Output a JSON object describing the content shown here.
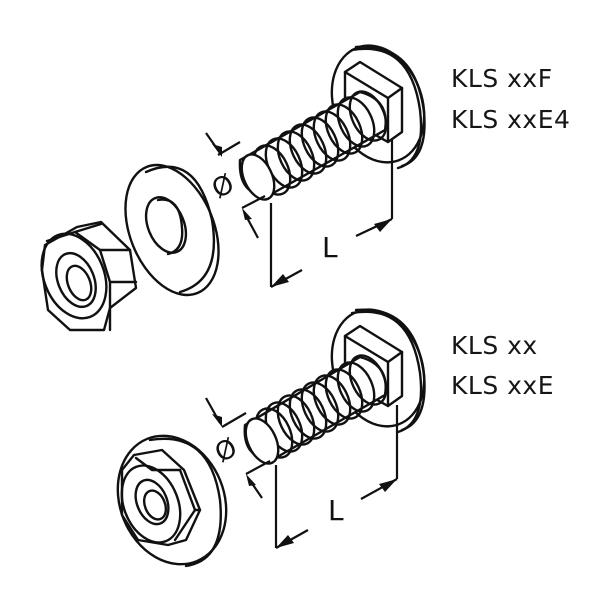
{
  "diagram": {
    "type": "exploded isometric technical drawing",
    "stroke_color": "#111111",
    "background": "#ffffff",
    "assemblies": [
      {
        "id": "top",
        "labels": [
          "KLS xxF",
          "KLS xxE4"
        ],
        "parts": [
          "carriage-bolt",
          "flat-washer",
          "hex-nut"
        ],
        "dimensions": {
          "diameter_symbol": "Ø",
          "length_symbol": "L"
        }
      },
      {
        "id": "bottom",
        "labels": [
          "KLS xx",
          "KLS xxE"
        ],
        "parts": [
          "carriage-bolt",
          "flange-nut"
        ],
        "dimensions": {
          "diameter_symbol": "Ø",
          "length_symbol": "L"
        }
      }
    ]
  }
}
